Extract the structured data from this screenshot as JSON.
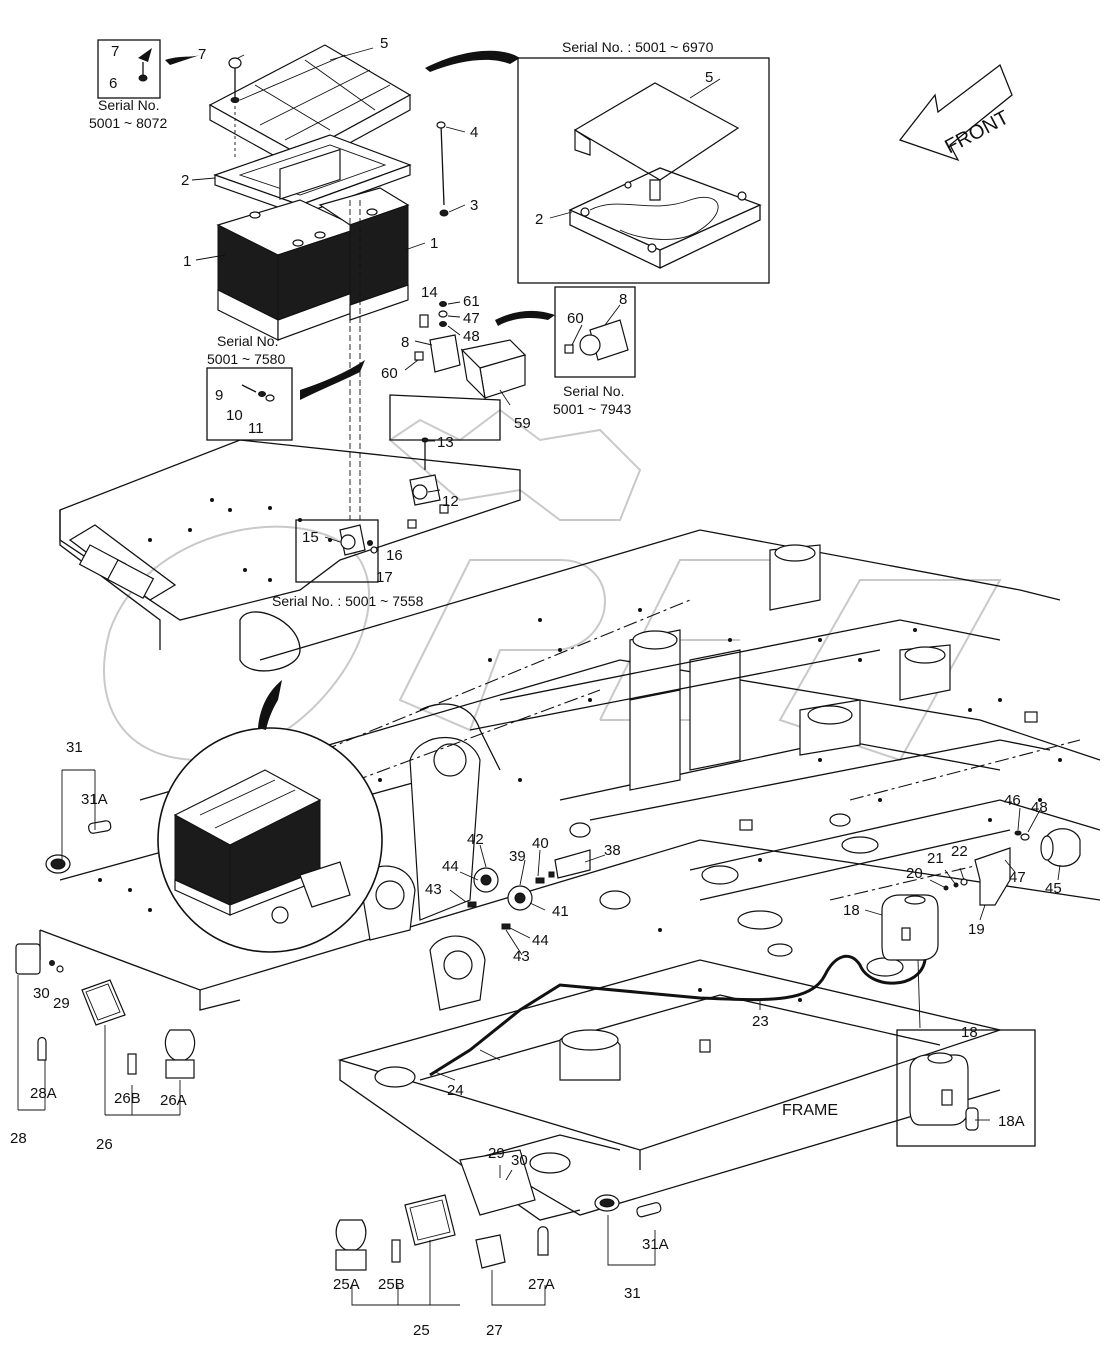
{
  "diagram": {
    "front_label": "FRONT",
    "frame_label": "FRAME",
    "serial_notes": [
      "Serial No.  : 5001 ~ 6970",
      "Serial No.",
      "5001 ~ 8072",
      "Serial No.",
      "5001 ~ 7580",
      "Serial No.",
      "5001 ~ 7943",
      "Serial No.  : 5001 ~ 7558"
    ],
    "callouts": [
      "7",
      "6",
      "7",
      "5",
      "5",
      "2",
      "2",
      "4",
      "3",
      "1",
      "1",
      "14",
      "61",
      "47",
      "48",
      "8",
      "60",
      "59",
      "60",
      "8",
      "9",
      "10",
      "11",
      "13",
      "12",
      "15",
      "16",
      "17",
      "31",
      "31A",
      "42",
      "39",
      "40",
      "38",
      "44",
      "43",
      "41",
      "44",
      "43",
      "46",
      "48",
      "21",
      "22",
      "20",
      "47",
      "45",
      "19",
      "18",
      "23",
      "24",
      "30",
      "29",
      "28A",
      "28",
      "26B",
      "26A",
      "26",
      "18",
      "18A",
      "29",
      "30",
      "25A",
      "25B",
      "25",
      "27A",
      "27",
      "31A",
      "31"
    ]
  }
}
